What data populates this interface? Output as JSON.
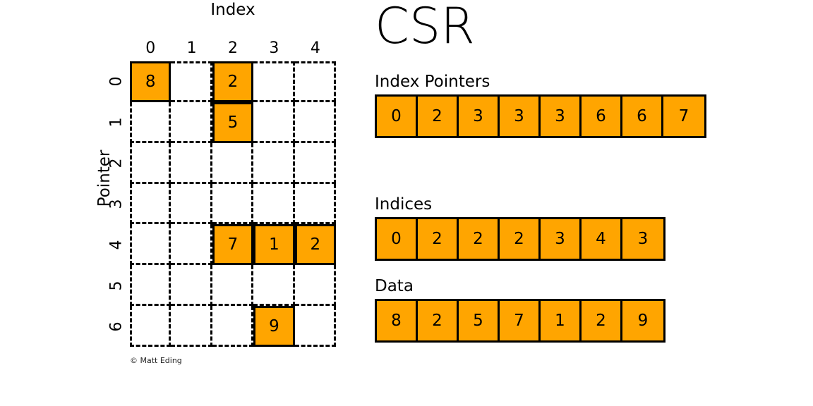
{
  "title": "CSR",
  "credit": "© Matt Eding",
  "colors": {
    "fill": "#ffa500",
    "stroke": "#000000",
    "background": "#ffffff"
  },
  "matrix": {
    "x_axis_title": "Index",
    "y_axis_title": "Pointer",
    "col_headers": [
      "0",
      "1",
      "2",
      "3",
      "4"
    ],
    "row_headers": [
      "0",
      "1",
      "2",
      "3",
      "4",
      "5",
      "6"
    ],
    "n_rows": 7,
    "n_cols": 5,
    "cells": [
      [
        "8",
        "",
        "2",
        "",
        ""
      ],
      [
        "",
        "",
        "5",
        "",
        ""
      ],
      [
        "",
        "",
        "",
        "",
        ""
      ],
      [
        "",
        "",
        "",
        "",
        ""
      ],
      [
        "",
        "",
        "7",
        "1",
        "2"
      ],
      [
        "",
        "",
        "",
        "",
        ""
      ],
      [
        "",
        "",
        "",
        "9",
        ""
      ]
    ]
  },
  "arrays": [
    {
      "key": "index_pointers",
      "label": "Index Pointers",
      "values": [
        "0",
        "2",
        "3",
        "3",
        "3",
        "6",
        "6",
        "7"
      ]
    },
    {
      "key": "indices",
      "label": "Indices",
      "values": [
        "0",
        "2",
        "2",
        "2",
        "3",
        "4",
        "3"
      ]
    },
    {
      "key": "data",
      "label": "Data",
      "values": [
        "8",
        "2",
        "5",
        "7",
        "1",
        "2",
        "9"
      ]
    }
  ]
}
